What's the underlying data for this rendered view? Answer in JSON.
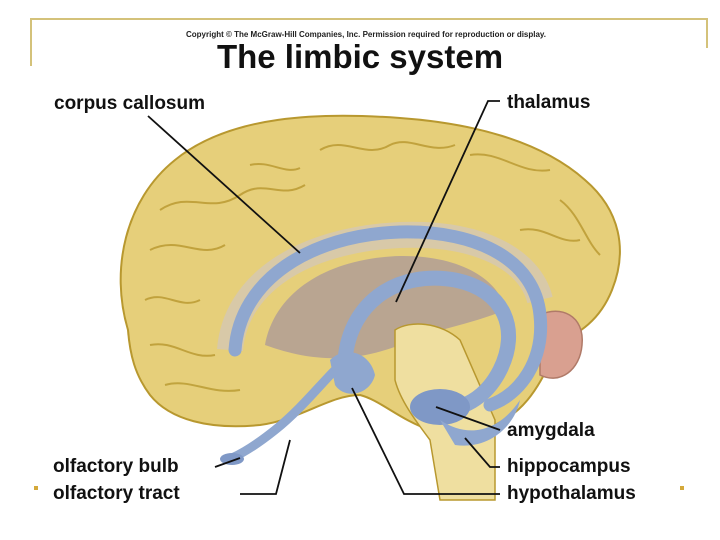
{
  "copyright": "Copyright © The McGraw-Hill Companies, Inc. Permission required for reproduction or display.",
  "title": "The limbic system",
  "labels": {
    "corpus_callosum": "corpus callosum",
    "thalamus": "thalamus",
    "amygdala": "amygdala",
    "hippocampus": "hippocampus",
    "hypothalamus": "hypothalamus",
    "olfactory_bulb": "olfactory bulb",
    "olfactory_tract": "olfactory tract"
  },
  "colors": {
    "cortex": "#e6cf7a",
    "cortex_shadow": "#b8982f",
    "limbic": "#8fa7cf",
    "limbic_dark": "#6d88b8",
    "interior": "#b9a591",
    "cerebellum": "#d9a090",
    "frame": "#d4c27a"
  }
}
